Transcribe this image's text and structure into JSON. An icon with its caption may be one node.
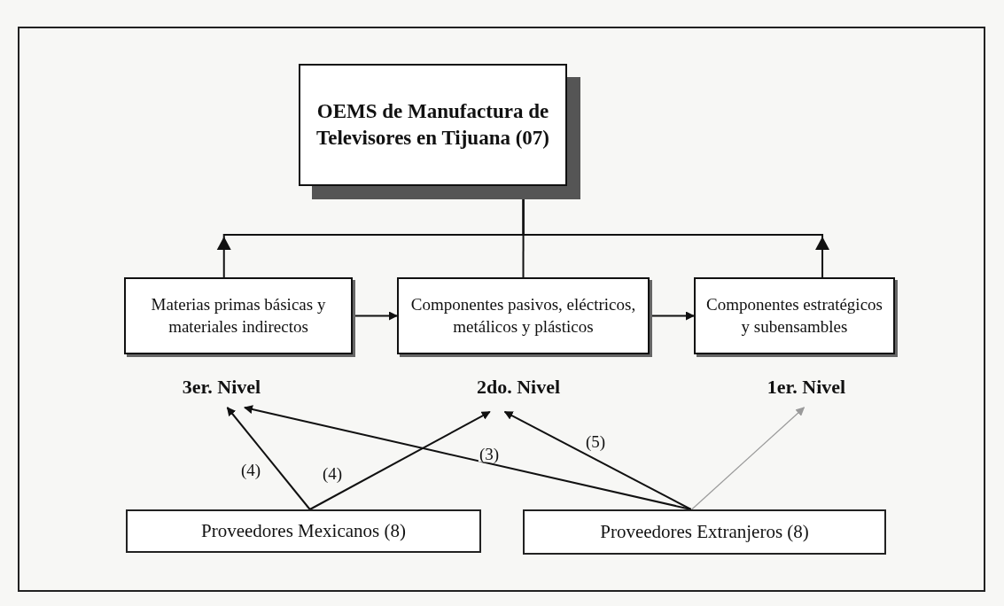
{
  "diagram": {
    "nodes": [
      {
        "text": [
          "OEMS de Manufactura de Televisores en Tijuana (07)"
        ]
      },
      {
        "text": [
          "Materias primas básicas y materiales indirectos"
        ]
      },
      {
        "text": [
          "Componentes pasivos, eléctricos, metálicos y plásticos"
        ]
      },
      {
        "text": [
          "Componentes estratégicos y subensambles"
        ]
      },
      {
        "text": [
          "3er. Nivel"
        ]
      },
      {
        "text": [
          "2do. Nivel"
        ]
      },
      {
        "text": [
          "1er. Nivel"
        ]
      },
      {
        "text": [
          "Proveedores Mexicanos (8)"
        ]
      },
      {
        "text": [
          "Proveedores Extranjeros (8)"
        ]
      }
    ],
    "edges": [
      {
        "from": 1,
        "to": 2,
        "arrow": "to"
      },
      {
        "from": 2,
        "to": 3,
        "arrow": "to"
      },
      {
        "from": 1,
        "to": 0,
        "arrow": "to"
      },
      {
        "from": 2,
        "to": 0,
        "arrow": "to"
      },
      {
        "from": 3,
        "to": 0,
        "arrow": "to"
      },
      {
        "from": 7,
        "to": 4,
        "arrow": "to",
        "label": "(4)"
      },
      {
        "from": 7,
        "to": 5,
        "arrow": "to",
        "label": "(4)"
      },
      {
        "from": 8,
        "to": 4,
        "arrow": "to",
        "label": "(3)"
      },
      {
        "from": 8,
        "to": 5,
        "arrow": "to",
        "label": "(5)"
      },
      {
        "from": 8,
        "to": 6,
        "arrow": "to",
        "color": "#9a9a9a"
      }
    ]
  }
}
